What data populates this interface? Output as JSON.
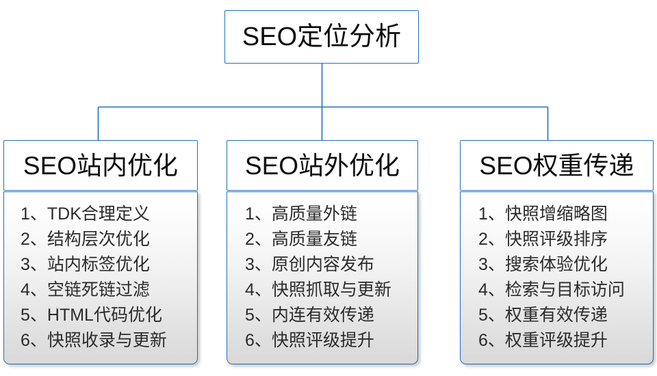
{
  "diagram": {
    "type": "org-chart",
    "accent_color": "#1f6fc4",
    "text_color": "#0d0d0d",
    "item_text_color": "#2b2b2b",
    "root": {
      "label": "SEO定位分析"
    },
    "columns": [
      {
        "title": "SEO站内优化",
        "items": [
          "1、TDK合理定义",
          "2、结构层次优化",
          "3、站内标签优化",
          "4、空链死链过滤",
          "5、HTML代码优化",
          "6、快照收录与更新"
        ]
      },
      {
        "title": "SEO站外优化",
        "items": [
          "1、高质量外链",
          "2、高质量友链",
          "3、原创内容发布",
          "4、快照抓取与更新",
          "5、内连有效传递",
          "6、快照评级提升"
        ]
      },
      {
        "title": "SEO权重传递",
        "items": [
          "1、快照增缩略图",
          "2、快照评级排序",
          "3、搜索体验优化",
          "4、检索与目标访问",
          "5、权重有效传递",
          "6、权重评级提升"
        ]
      }
    ]
  }
}
